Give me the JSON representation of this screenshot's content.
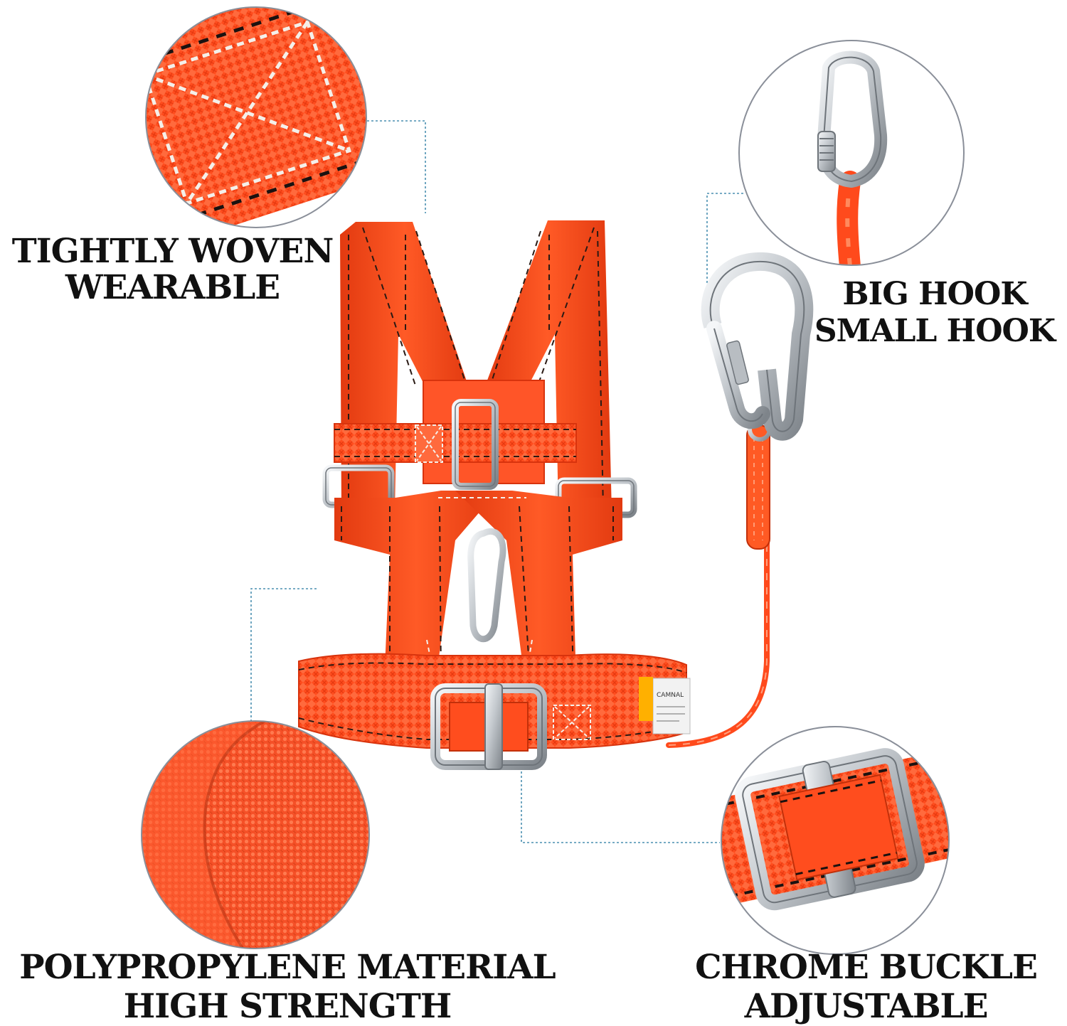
{
  "captions": {
    "top_left": [
      "TIGHTLY WOVEN",
      "WEARABLE"
    ],
    "top_right": [
      "BIG HOOK",
      "SMALL HOOK"
    ],
    "bottom_left": [
      "POLYPROPYLENE MATERIAL",
      "HIGH STRENGTH"
    ],
    "bottom_right": [
      "CHROME BUCKLE",
      "ADJUSTABLE"
    ]
  },
  "product_label": "CAMNAL",
  "colors": {
    "webbing": "#ff4a1c",
    "webbing_dark": "#d8330d",
    "stitch": "#2a1a14",
    "metal": "#c8ccd0",
    "metal_dark": "#7d8288",
    "leader_line": "#4a8fb0",
    "circle_ring": "#8a8f99"
  }
}
